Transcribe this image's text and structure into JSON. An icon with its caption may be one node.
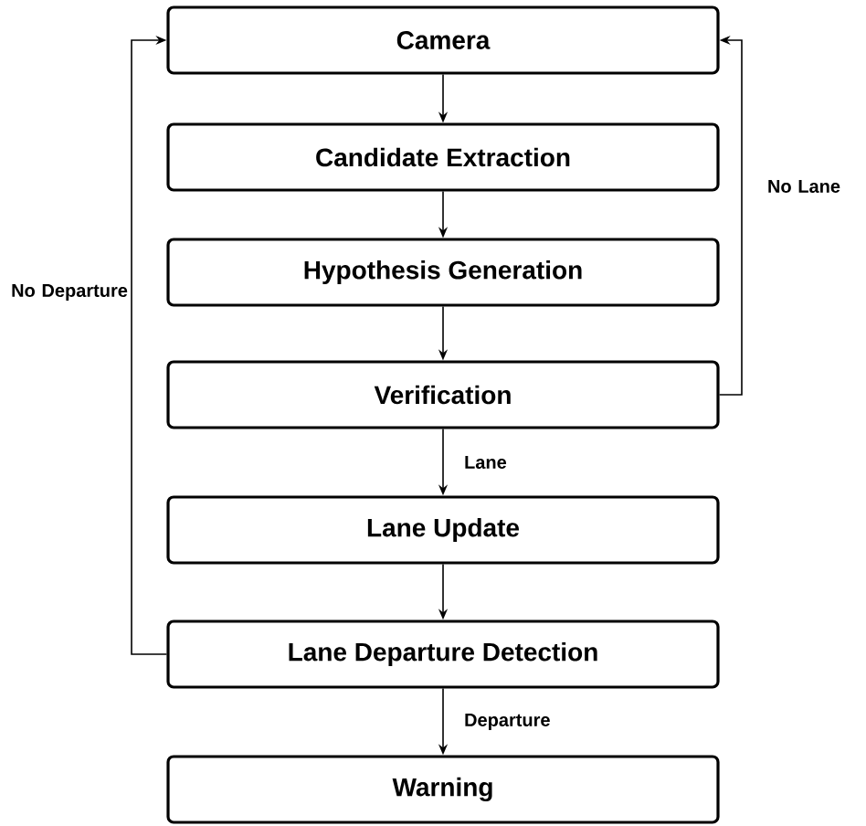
{
  "diagram": {
    "nodes": [
      {
        "text": [
          "Camera"
        ]
      },
      {
        "text": [
          "Candidate Extraction"
        ]
      },
      {
        "text": [
          "Hypothesis Generation"
        ]
      },
      {
        "text": [
          "Verification"
        ]
      },
      {
        "text": [
          "Lane Update"
        ]
      },
      {
        "text": [
          "Lane Departure Detection"
        ]
      },
      {
        "text": [
          "Warning"
        ]
      }
    ],
    "edges": [
      {
        "from": 0,
        "to": 1,
        "arrow": "to"
      },
      {
        "from": 1,
        "to": 2,
        "arrow": "to"
      },
      {
        "from": 2,
        "to": 3,
        "arrow": "to"
      },
      {
        "from": 3,
        "to": 4,
        "arrow": "to",
        "label": "Lane"
      },
      {
        "from": 4,
        "to": 5,
        "arrow": "to"
      },
      {
        "from": 5,
        "to": 6,
        "arrow": "to",
        "label": "Departure"
      },
      {
        "from": 3,
        "to": 0,
        "arrow": "to",
        "label": "No Lane"
      },
      {
        "from": 5,
        "to": 0,
        "arrow": "to",
        "label": "No Departure"
      }
    ]
  }
}
